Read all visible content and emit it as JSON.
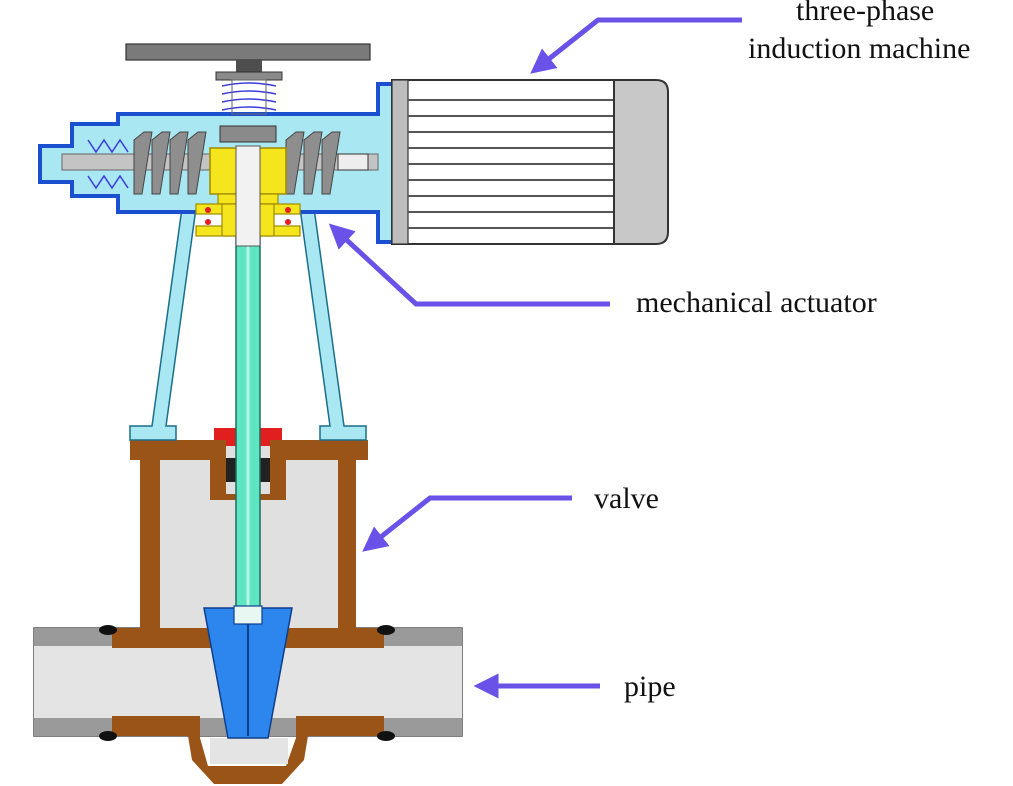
{
  "labels": {
    "motor_line1": "three-phase",
    "motor_line2": "induction machine",
    "actuator": "mechanical actuator",
    "valve": "valve",
    "pipe": "pipe"
  },
  "colors": {
    "arrow": "#6a52e8",
    "actuator_body": "#a9e7f2",
    "actuator_outline": "#1a4fd0",
    "stem": "#5ee6c2",
    "nut": "#f4e51c",
    "valve_body": "#9a5418",
    "gate": "#2d86ee",
    "pipe": "#dddddd",
    "motor": "#c8c8c8",
    "handwheel": "#7a7a7a",
    "spring": "#3a3adc"
  },
  "icons": [
    "arrow-icon",
    "motor-icon",
    "valve-icon",
    "pipe-icon",
    "handwheel-icon",
    "spring-icon"
  ]
}
